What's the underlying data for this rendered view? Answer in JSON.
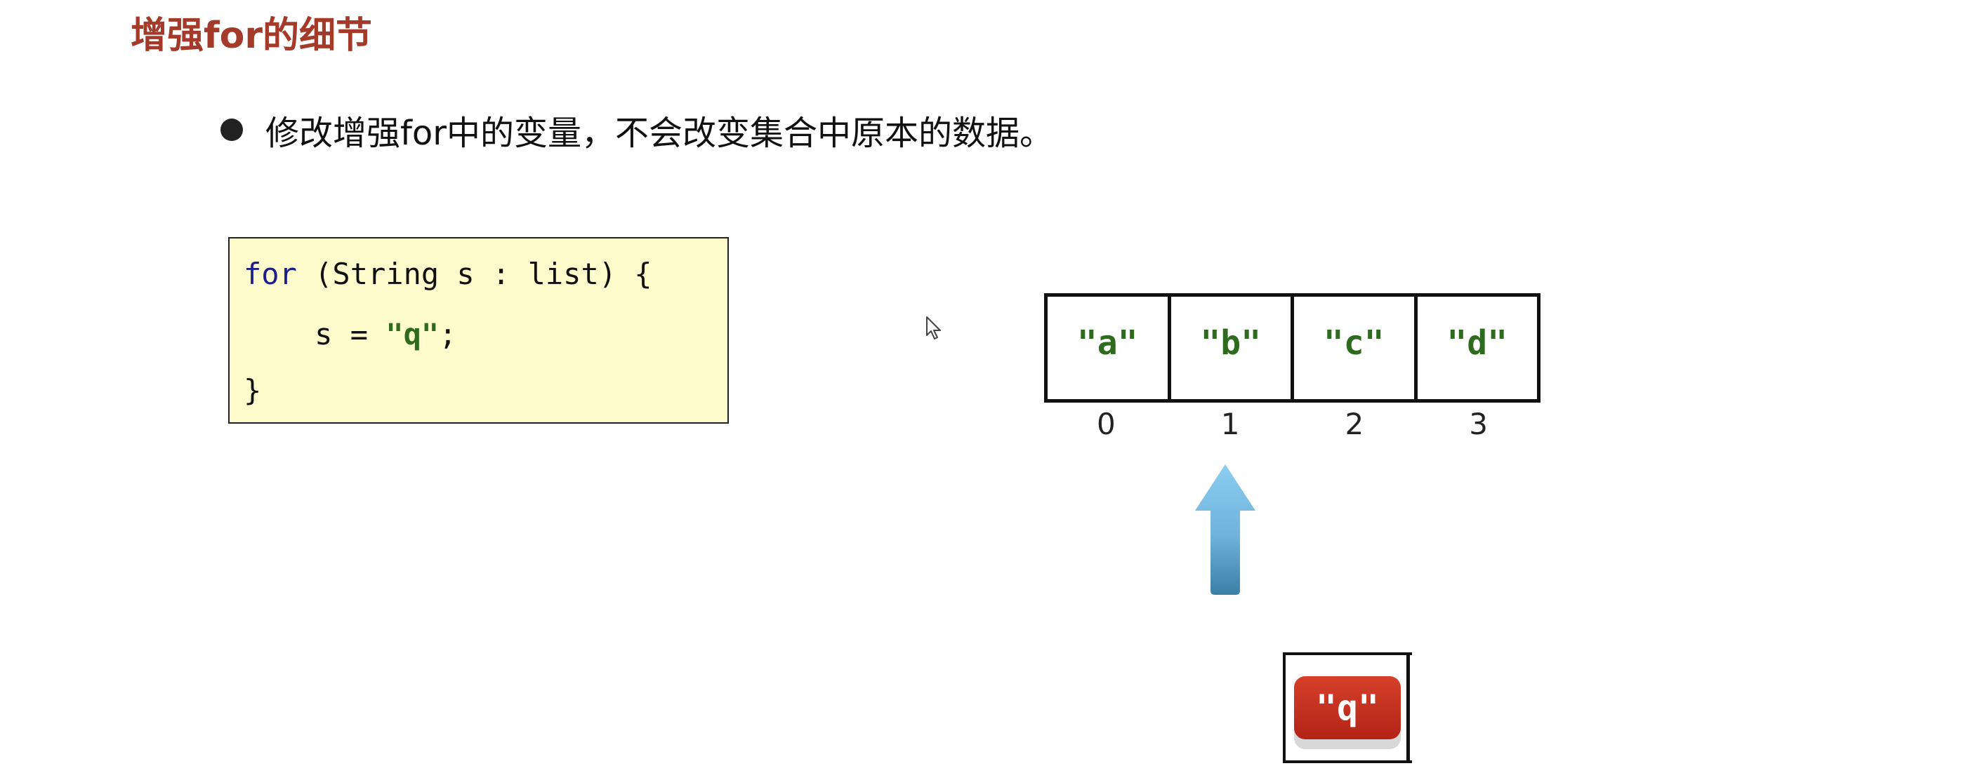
{
  "slide": {
    "title": "增强for的细节",
    "bullet": "修改增强for中的变量，不会改变集合中原本的数据。"
  },
  "code": {
    "line1_keyword": "for",
    "line1_rest": " (String s : list) {",
    "line2_prefix": "    s = ",
    "line2_string": "\"q\"",
    "line2_suffix": ";",
    "line3": "}"
  },
  "array": {
    "cells": [
      "\"a\"",
      "\"b\"",
      "\"c\"",
      "\"d\""
    ],
    "indices": [
      "0",
      "1",
      "2",
      "3"
    ]
  },
  "new_value": {
    "label": "\"q\""
  },
  "icons": {
    "arrow": "up-arrow-icon",
    "cursor": "mouse-pointer-icon"
  },
  "colors": {
    "title": "#a33a2a",
    "code_bg": "#fefccc",
    "keyword": "#1c1f8a",
    "string": "#2e6b1f",
    "q_box": "#c22e1f",
    "arrow": "#7cc0e6"
  }
}
